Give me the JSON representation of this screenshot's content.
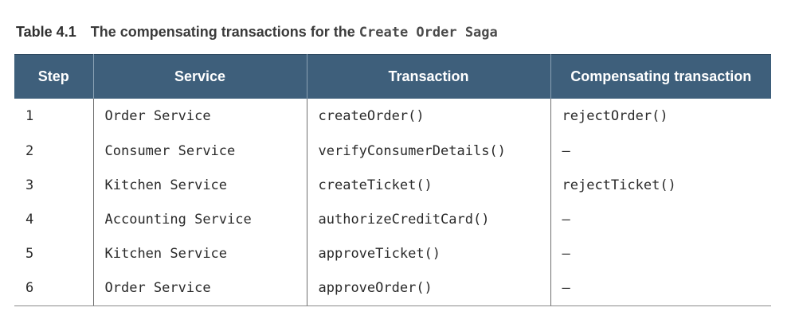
{
  "caption": {
    "number": "Table 4.1",
    "text": "The compensating transactions for the ",
    "code": "Create Order Saga"
  },
  "table": {
    "headers": [
      "Step",
      "Service",
      "Transaction",
      "Compensating transaction"
    ],
    "rows": [
      [
        "1",
        "Order Service",
        "createOrder()",
        "rejectOrder()"
      ],
      [
        "2",
        "Consumer Service",
        "verifyConsumerDetails()",
        "—"
      ],
      [
        "3",
        "Kitchen Service",
        "createTicket()",
        "rejectTicket()"
      ],
      [
        "4",
        "Accounting Service",
        "authorizeCreditCard()",
        "—"
      ],
      [
        "5",
        "Kitchen Service",
        "approveTicket()",
        "—"
      ],
      [
        "6",
        "Order Service",
        "approveOrder()",
        "—"
      ]
    ]
  }
}
